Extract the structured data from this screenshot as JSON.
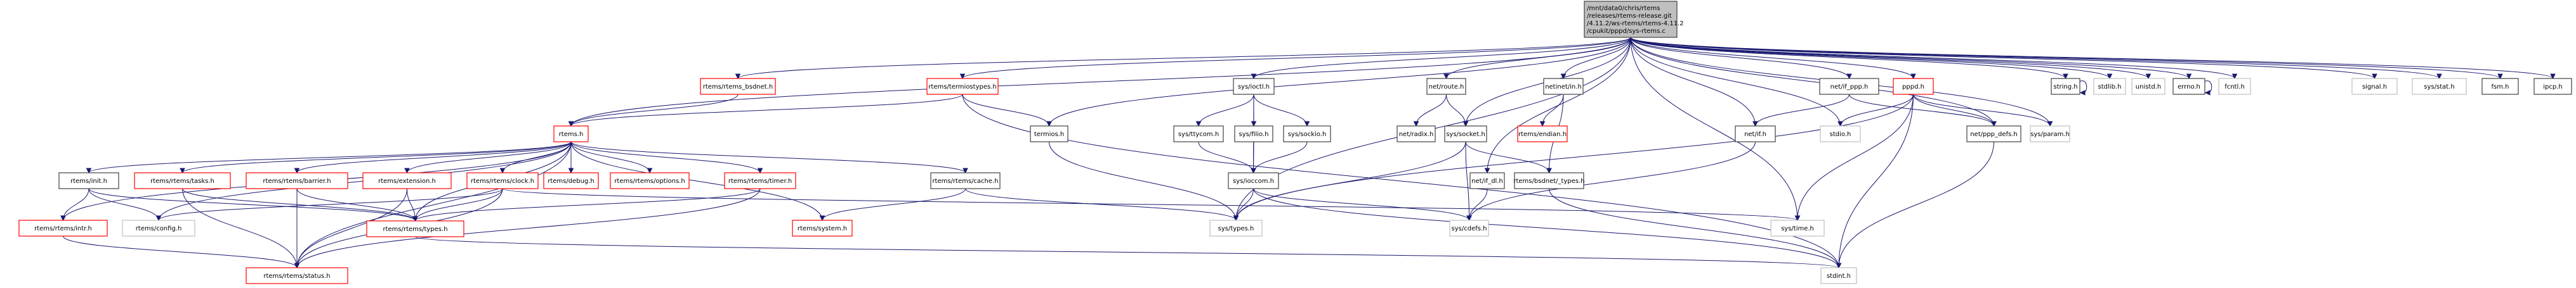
{
  "title": "Include dependency graph for sys-rtems.c",
  "legend": {
    "root_color": "#bfbfbf",
    "documented_border": "#404040",
    "has_hidden_children_border": "#ff0000",
    "undocumented_border": "#bfbfbf",
    "edge_color": "#191970"
  },
  "nodes": [
    {
      "id": "root",
      "label": [
        "/mnt/data0/chris/rtems",
        "/releases/rtems-release.git",
        "/4.11.2/ws-rtems/rtems-4.11.2",
        "/cpukit/pppd/sys-rtems.c"
      ],
      "style": "root"
    },
    {
      "id": "rtems_h",
      "label": [
        "rtems.h"
      ],
      "style": "red"
    },
    {
      "id": "rtems_bsdnet_h",
      "label": [
        "rtems/rtems_bsdnet.h"
      ],
      "style": "red"
    },
    {
      "id": "termiostypes_h",
      "label": [
        "rtems/termiostypes.h"
      ],
      "style": "red"
    },
    {
      "id": "sys_ioctl_h",
      "label": [
        "sys/ioctl.h"
      ],
      "style": "black"
    },
    {
      "id": "net_route_h",
      "label": [
        "net/route.h"
      ],
      "style": "black"
    },
    {
      "id": "netinet_in_h",
      "label": [
        "netinet/in.h"
      ],
      "style": "black"
    },
    {
      "id": "net_if_ppp_h",
      "label": [
        "net/if_ppp.h"
      ],
      "style": "black"
    },
    {
      "id": "pppd_h",
      "label": [
        "pppd.h"
      ],
      "style": "red"
    },
    {
      "id": "string_h",
      "label": [
        "string.h"
      ],
      "style": "black"
    },
    {
      "id": "stdlib_h",
      "label": [
        "stdlib.h"
      ],
      "style": "gray"
    },
    {
      "id": "unistd_h",
      "label": [
        "unistd.h"
      ],
      "style": "gray"
    },
    {
      "id": "errno_h",
      "label": [
        "errno.h"
      ],
      "style": "black"
    },
    {
      "id": "fcntl_h",
      "label": [
        "fcntl.h"
      ],
      "style": "gray"
    },
    {
      "id": "signal_h",
      "label": [
        "signal.h"
      ],
      "style": "gray"
    },
    {
      "id": "sys_stat_h",
      "label": [
        "sys/stat.h"
      ],
      "style": "gray"
    },
    {
      "id": "fsm_h",
      "label": [
        "fsm.h"
      ],
      "style": "black"
    },
    {
      "id": "ipcp_h",
      "label": [
        "ipcp.h"
      ],
      "style": "black"
    },
    {
      "id": "rtems_init_h",
      "label": [
        "rtems/init.h"
      ],
      "style": "black"
    },
    {
      "id": "tasks_h",
      "label": [
        "rtems/rtems/tasks.h"
      ],
      "style": "red"
    },
    {
      "id": "barrier_h",
      "label": [
        "rtems/rtems/barrier.h"
      ],
      "style": "red"
    },
    {
      "id": "extension_h",
      "label": [
        "rtems/extension.h"
      ],
      "style": "red"
    },
    {
      "id": "clock_h",
      "label": [
        "rtems/rtems/clock.h"
      ],
      "style": "red"
    },
    {
      "id": "debug_h",
      "label": [
        "rtems/debug.h"
      ],
      "style": "red"
    },
    {
      "id": "options_h",
      "label": [
        "rtems/rtems/options.h"
      ],
      "style": "red"
    },
    {
      "id": "timer_h",
      "label": [
        "rtems/rtems/timer.h"
      ],
      "style": "red"
    },
    {
      "id": "cache_h",
      "label": [
        "rtems/rtems/cache.h"
      ],
      "style": "black"
    },
    {
      "id": "termios_h",
      "label": [
        "termios.h"
      ],
      "style": "black"
    },
    {
      "id": "ttycom_h",
      "label": [
        "sys/ttycom.h"
      ],
      "style": "black"
    },
    {
      "id": "filio_h",
      "label": [
        "sys/filio.h"
      ],
      "style": "black"
    },
    {
      "id": "sockio_h",
      "label": [
        "sys/sockio.h"
      ],
      "style": "black"
    },
    {
      "id": "radix_h",
      "label": [
        "net/radix.h"
      ],
      "style": "black"
    },
    {
      "id": "socket_h",
      "label": [
        "sys/socket.h"
      ],
      "style": "black"
    },
    {
      "id": "endian_h",
      "label": [
        "rtems/endian.h"
      ],
      "style": "red"
    },
    {
      "id": "net_if_h",
      "label": [
        "net/if.h"
      ],
      "style": "black"
    },
    {
      "id": "stdio_h",
      "label": [
        "stdio.h"
      ],
      "style": "gray"
    },
    {
      "id": "ppp_defs_h",
      "label": [
        "net/ppp_defs.h"
      ],
      "style": "black"
    },
    {
      "id": "sys_param_h",
      "label": [
        "sys/param.h"
      ],
      "style": "gray"
    },
    {
      "id": "intr_h",
      "label": [
        "rtems/rtems/intr.h"
      ],
      "style": "red"
    },
    {
      "id": "config_h",
      "label": [
        "rtems/config.h"
      ],
      "style": "gray"
    },
    {
      "id": "rtypes_h",
      "label": [
        "rtems/rtems/types.h"
      ],
      "style": "red"
    },
    {
      "id": "system_h",
      "label": [
        "rtems/system.h"
      ],
      "style": "red"
    },
    {
      "id": "ioccom_h",
      "label": [
        "sys/ioccom.h"
      ],
      "style": "black"
    },
    {
      "id": "if_dl_h",
      "label": [
        "net/if_dl.h"
      ],
      "style": "black"
    },
    {
      "id": "bsd_types_h",
      "label": [
        "rtems/bsdnet/_types.h"
      ],
      "style": "black"
    },
    {
      "id": "status_h",
      "label": [
        "rtems/rtems/status.h"
      ],
      "style": "red"
    },
    {
      "id": "sys_types_h",
      "label": [
        "sys/types.h"
      ],
      "style": "gray"
    },
    {
      "id": "cdefs_h",
      "label": [
        "sys/cdefs.h"
      ],
      "style": "gray"
    },
    {
      "id": "sys_time_h",
      "label": [
        "sys/time.h"
      ],
      "style": "gray"
    },
    {
      "id": "stdint_h",
      "label": [
        "stdint.h"
      ],
      "style": "gray"
    }
  ],
  "edges": [
    [
      "root",
      "rtems_h"
    ],
    [
      "root",
      "rtems_bsdnet_h"
    ],
    [
      "root",
      "termiostypes_h"
    ],
    [
      "root",
      "sys_ioctl_h"
    ],
    [
      "root",
      "net_route_h"
    ],
    [
      "root",
      "netinet_in_h"
    ],
    [
      "root",
      "net_if_ppp_h"
    ],
    [
      "root",
      "pppd_h"
    ],
    [
      "root",
      "string_h"
    ],
    [
      "root",
      "stdlib_h"
    ],
    [
      "root",
      "unistd_h"
    ],
    [
      "root",
      "errno_h"
    ],
    [
      "root",
      "fcntl_h"
    ],
    [
      "root",
      "signal_h"
    ],
    [
      "root",
      "sys_stat_h"
    ],
    [
      "root",
      "fsm_h"
    ],
    [
      "root",
      "ipcp_h"
    ],
    [
      "root",
      "termios_h"
    ],
    [
      "root",
      "socket_h"
    ],
    [
      "root",
      "if_dl_h"
    ],
    [
      "root",
      "net_if_h"
    ],
    [
      "root",
      "stdio_h"
    ],
    [
      "root",
      "ppp_defs_h"
    ],
    [
      "root",
      "sys_param_h"
    ],
    [
      "root",
      "sys_time_h"
    ],
    [
      "root",
      "sys_types_h"
    ],
    [
      "rtems_bsdnet_h",
      "rtems_h"
    ],
    [
      "termiostypes_h",
      "rtems_h"
    ],
    [
      "termiostypes_h",
      "termios_h"
    ],
    [
      "termiostypes_h",
      "stdint_h"
    ],
    [
      "rtems_h",
      "rtems_init_h"
    ],
    [
      "rtems_h",
      "tasks_h"
    ],
    [
      "rtems_h",
      "barrier_h"
    ],
    [
      "rtems_h",
      "extension_h"
    ],
    [
      "rtems_h",
      "clock_h"
    ],
    [
      "rtems_h",
      "debug_h"
    ],
    [
      "rtems_h",
      "options_h"
    ],
    [
      "rtems_h",
      "timer_h"
    ],
    [
      "rtems_h",
      "cache_h"
    ],
    [
      "rtems_h",
      "intr_h"
    ],
    [
      "rtems_h",
      "config_h"
    ],
    [
      "rtems_h",
      "rtypes_h"
    ],
    [
      "rtems_h",
      "status_h"
    ],
    [
      "rtems_h",
      "system_h"
    ],
    [
      "rtems_init_h",
      "intr_h"
    ],
    [
      "rtems_init_h",
      "config_h"
    ],
    [
      "rtems_init_h",
      "rtypes_h"
    ],
    [
      "tasks_h",
      "rtypes_h"
    ],
    [
      "tasks_h",
      "status_h"
    ],
    [
      "barrier_h",
      "rtypes_h"
    ],
    [
      "barrier_h",
      "status_h"
    ],
    [
      "extension_h",
      "rtypes_h"
    ],
    [
      "extension_h",
      "status_h"
    ],
    [
      "clock_h",
      "rtypes_h"
    ],
    [
      "clock_h",
      "status_h"
    ],
    [
      "clock_h",
      "config_h"
    ],
    [
      "clock_h",
      "sys_time_h"
    ],
    [
      "timer_h",
      "rtypes_h"
    ],
    [
      "timer_h",
      "status_h"
    ],
    [
      "cache_h",
      "system_h"
    ],
    [
      "cache_h",
      "sys_types_h"
    ],
    [
      "intr_h",
      "status_h"
    ],
    [
      "rtypes_h",
      "stdint_h"
    ],
    [
      "termios_h",
      "sys_types_h"
    ],
    [
      "sys_ioctl_h",
      "ttycom_h"
    ],
    [
      "sys_ioctl_h",
      "filio_h"
    ],
    [
      "sys_ioctl_h",
      "sockio_h"
    ],
    [
      "sys_ioctl_h",
      "ioccom_h"
    ],
    [
      "ttycom_h",
      "ioccom_h"
    ],
    [
      "filio_h",
      "ioccom_h"
    ],
    [
      "sockio_h",
      "ioccom_h"
    ],
    [
      "ioccom_h",
      "sys_types_h"
    ],
    [
      "ioccom_h",
      "cdefs_h"
    ],
    [
      "ioccom_h",
      "stdint_h"
    ],
    [
      "net_route_h",
      "radix_h"
    ],
    [
      "net_route_h",
      "socket_h"
    ],
    [
      "socket_h",
      "sys_types_h"
    ],
    [
      "socket_h",
      "cdefs_h"
    ],
    [
      "socket_h",
      "bsd_types_h"
    ],
    [
      "netinet_in_h",
      "endian_h"
    ],
    [
      "netinet_in_h",
      "bsd_types_h"
    ],
    [
      "if_dl_h",
      "cdefs_h"
    ],
    [
      "bsd_types_h",
      "stdint_h"
    ],
    [
      "net_if_h",
      "cdefs_h"
    ],
    [
      "net_if_ppp_h",
      "net_if_h"
    ],
    [
      "net_if_ppp_h",
      "ppp_defs_h"
    ],
    [
      "pppd_h",
      "stdio_h"
    ],
    [
      "pppd_h",
      "sys_types_h"
    ],
    [
      "pppd_h",
      "sys_time_h"
    ],
    [
      "pppd_h",
      "ppp_defs_h"
    ],
    [
      "pppd_h",
      "sys_param_h"
    ],
    [
      "pppd_h",
      "stdint_h"
    ],
    [
      "ppp_defs_h",
      "stdint_h"
    ],
    [
      "string_h",
      "string_h"
    ],
    [
      "errno_h",
      "errno_h"
    ]
  ]
}
